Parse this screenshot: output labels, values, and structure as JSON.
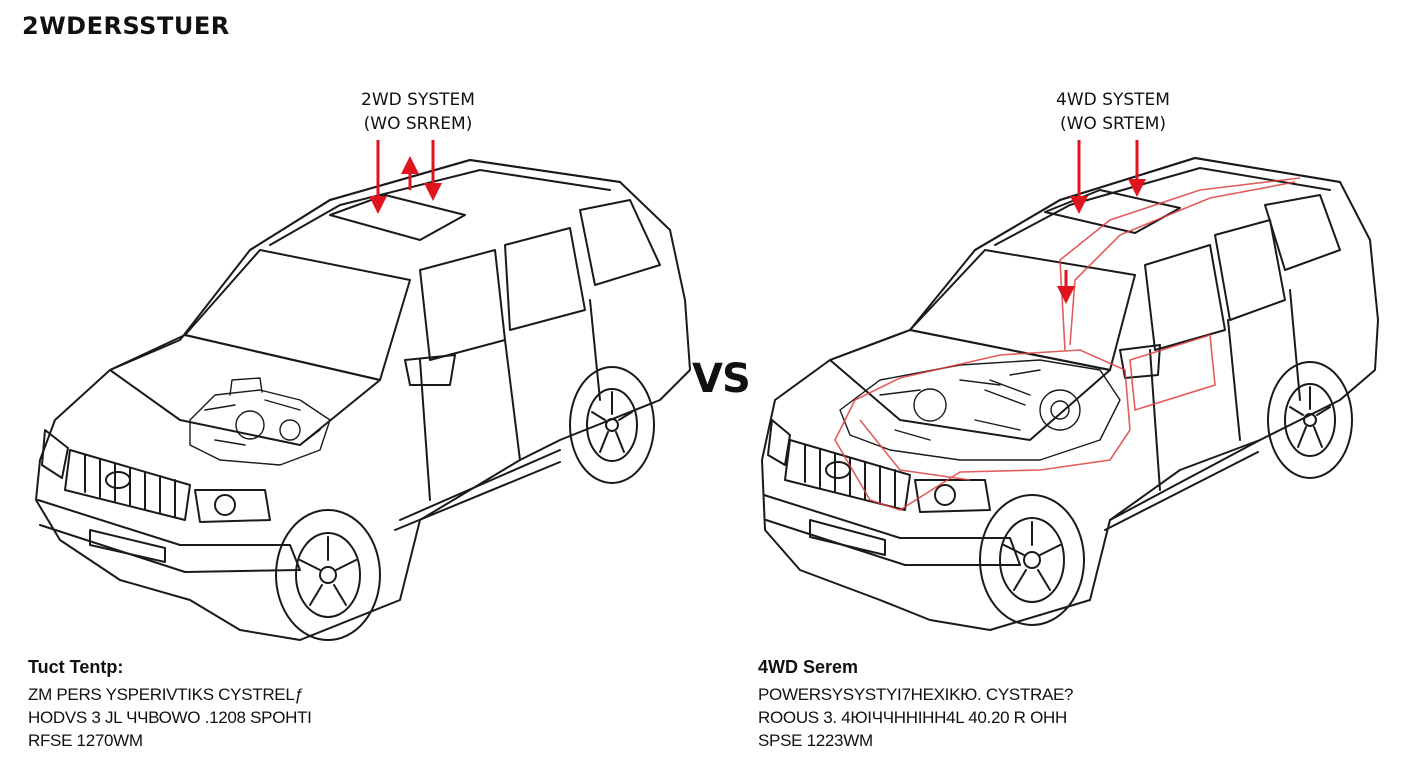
{
  "page_title": "2WDERSSTUER",
  "vs_label": "VS",
  "left": {
    "system_title": "2WD SYSTEM",
    "system_subtitle": "(WO SRREM)",
    "spec_heading": "Tuct Tentp:",
    "spec_lines": [
      "ZM PERS YSPERIVTIKS CYSTRELƒ",
      "HODVS 3 JL ЧЧВОWO .1208 SPOHTI",
      "RFSE 1270WM"
    ]
  },
  "right": {
    "system_title": "4WD SYSTEM",
    "system_subtitle": "(WO SRTEM)",
    "spec_heading": "4WD Serem",
    "spec_lines": [
      "POWERSYSYSTYI7HEXIKЮ. CYSTRAE?",
      "ROOUS 3. 4ЮΙЧЧΗΗΙΗΗ4L 40.20 R OHH",
      "SPSE 1223WM"
    ]
  },
  "colors": {
    "arrow": "#e0141e",
    "line": "#1a1a1a",
    "highlight": "#e04040"
  },
  "icons": {
    "left_arrows": "red-arrow-icon",
    "right_arrows": "red-arrow-icon"
  }
}
